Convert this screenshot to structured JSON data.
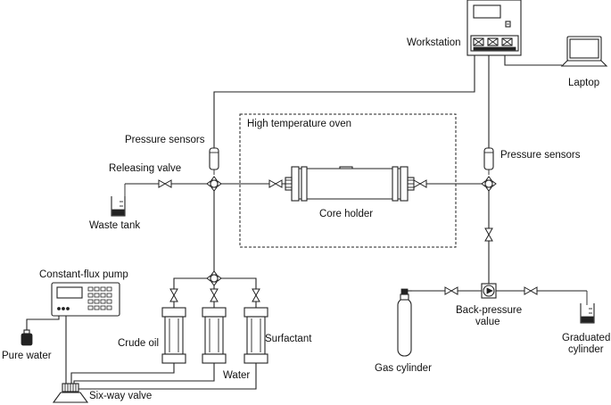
{
  "labels": {
    "workstation": "Workstation",
    "laptop": "Laptop",
    "oven": "High temperature oven",
    "pressure_sensors_left": "Pressure sensors",
    "pressure_sensors_right": "Pressure sensors",
    "releasing_valve": "Releasing valve",
    "waste_tank": "Waste tank",
    "core_holder": "Core holder",
    "constant_flux_pump": "Constant-flux pump",
    "pure_water": "Pure water",
    "crude_oil": "Crude oil",
    "water": "Water",
    "surfactant": "Surfactant",
    "six_way_valve": "Six-way valve",
    "back_pressure_line1": "Back-pressure",
    "back_pressure_line2": "value",
    "gas_cylinder": "Gas cylinder",
    "graduated_line1": "Graduated",
    "graduated_line2": "cylinder"
  }
}
